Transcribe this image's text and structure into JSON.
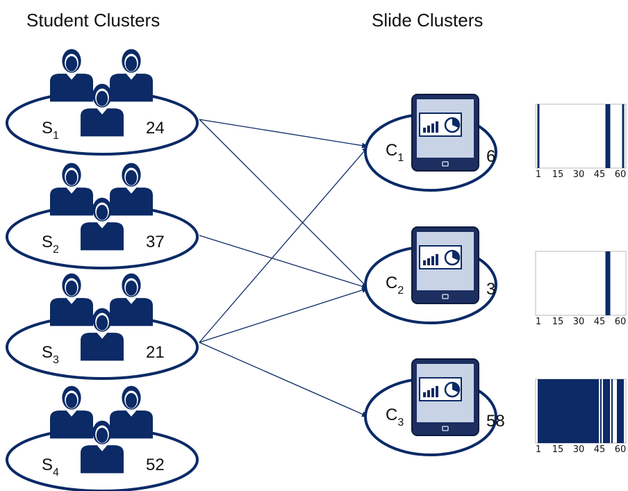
{
  "headers": {
    "students": "Student Clusters",
    "slides": "Slide Clusters"
  },
  "colors": {
    "primary": "#0b2a66",
    "outline": "#0b2a66"
  },
  "student_clusters": [
    {
      "id": "S",
      "sub": "1",
      "count": "24"
    },
    {
      "id": "S",
      "sub": "2",
      "count": "37"
    },
    {
      "id": "S",
      "sub": "3",
      "count": "21"
    },
    {
      "id": "S",
      "sub": "4",
      "count": "52"
    }
  ],
  "slide_clusters": [
    {
      "id": "C",
      "sub": "1",
      "count": "6",
      "slides_present": [
        1,
        50,
        51,
        52,
        62
      ]
    },
    {
      "id": "C",
      "sub": "2",
      "count": "3",
      "slides_present": [
        50,
        51,
        52
      ]
    },
    {
      "id": "C",
      "sub": "3",
      "count": "58",
      "slides_present_ranges": [
        [
          1,
          44
        ],
        [
          46,
          46
        ],
        [
          48,
          52
        ],
        [
          54,
          54
        ],
        [
          58,
          62
        ]
      ]
    }
  ],
  "links": [
    {
      "from": "S1",
      "to": "C1"
    },
    {
      "from": "S1",
      "to": "C2"
    },
    {
      "from": "S2",
      "to": "C2"
    },
    {
      "from": "S3",
      "to": "C1"
    },
    {
      "from": "S3",
      "to": "C2"
    },
    {
      "from": "S3",
      "to": "C3"
    }
  ],
  "barcode_axis": {
    "ticks": [
      "1",
      "15",
      "30",
      "45",
      "60"
    ]
  },
  "icons": {
    "student": "student-group-icon",
    "slide": "tablet-presentation-icon"
  }
}
